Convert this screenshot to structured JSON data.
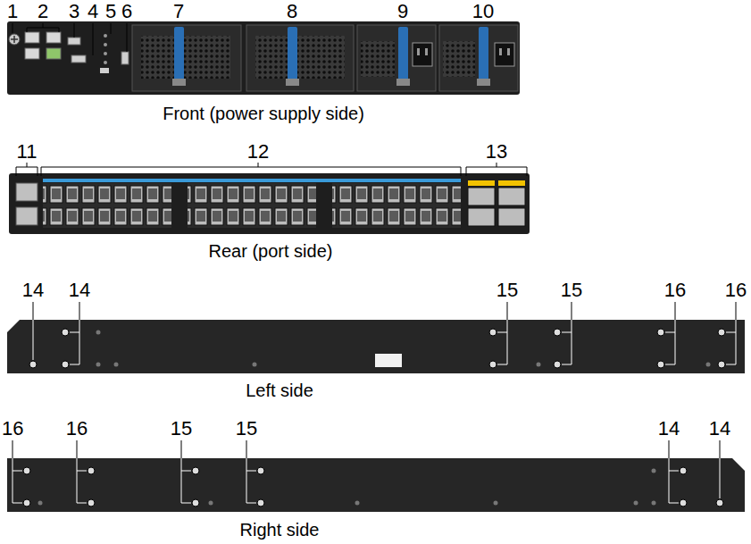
{
  "diagram": {
    "labels": [
      "1",
      "2",
      "3",
      "4",
      "5",
      "6",
      "7",
      "8",
      "9",
      "10",
      "Front (power supply side)",
      "11",
      "12",
      "13",
      "Rear (port side)",
      "14",
      "14",
      "15",
      "15",
      "16",
      "16",
      "Left side",
      "16",
      "16",
      "15",
      "15",
      "14",
      "14",
      "Right side"
    ]
  }
}
